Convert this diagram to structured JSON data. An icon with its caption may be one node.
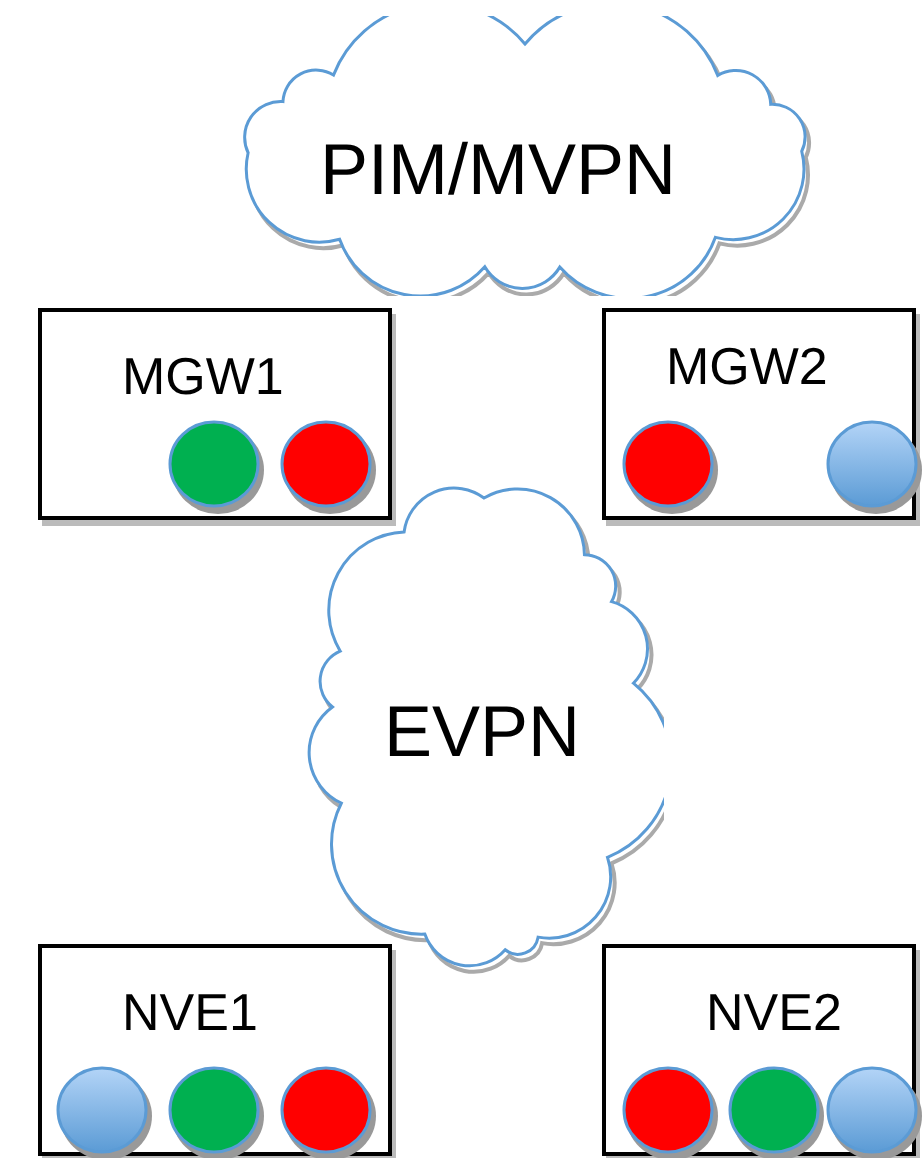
{
  "diagram": {
    "nodes": [
      {
        "text": [
          "PIM/MVPN"
        ]
      },
      {
        "text": [
          "MGW1"
        ]
      },
      {
        "text": [],
        "shape": "circle",
        "in": 1
      },
      {
        "text": [],
        "shape": "circle",
        "in": 1
      },
      {
        "text": [
          "MGW2"
        ]
      },
      {
        "text": [],
        "shape": "circle",
        "in": 4
      },
      {
        "text": [],
        "shape": "circle",
        "in": 4
      },
      {
        "text": [
          "EVPN"
        ]
      },
      {
        "text": [
          "NVE1"
        ]
      },
      {
        "text": [],
        "shape": "circle",
        "in": 8
      },
      {
        "text": [],
        "shape": "circle",
        "in": 8
      },
      {
        "text": [],
        "shape": "circle",
        "in": 8
      },
      {
        "text": [
          "NVE2"
        ]
      },
      {
        "text": [],
        "shape": "circle",
        "in": 12
      },
      {
        "text": [],
        "shape": "circle",
        "in": 12
      },
      {
        "text": [],
        "shape": "circle",
        "in": 12
      }
    ]
  }
}
